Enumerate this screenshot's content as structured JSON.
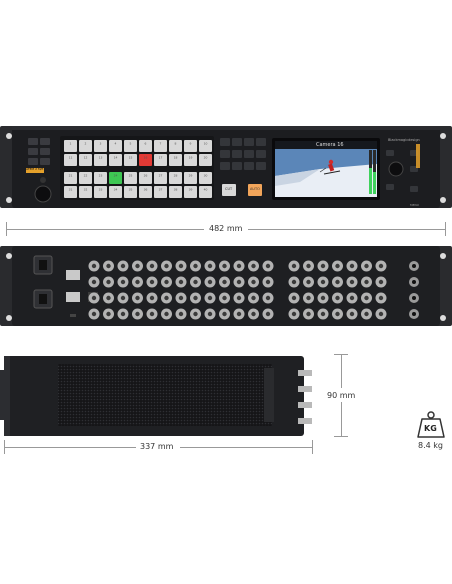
{
  "front": {
    "brand_label": "ATEM 2 M/E",
    "screen_title": "Camera 16",
    "brand_right": "Blackmagicdesign",
    "grid_top_numbers": [
      "1",
      "2",
      "3",
      "4",
      "5",
      "6",
      "7",
      "8",
      "9",
      "10"
    ],
    "grid_mid_numbers": [
      "11",
      "12",
      "13",
      "14",
      "15",
      "16",
      "17",
      "18",
      "19",
      "20"
    ],
    "grid_row3_numbers": [
      "21",
      "22",
      "23",
      "24",
      "25",
      "26",
      "27",
      "28",
      "29",
      "30"
    ],
    "grid_row4_numbers": [
      "31",
      "32",
      "33",
      "34",
      "35",
      "36",
      "37",
      "38",
      "39",
      "40"
    ],
    "cut_label": "CUT",
    "auto_label": "AUTO",
    "menu_label": "MENU",
    "lit_red_index": 16,
    "lit_green_index": 24
  },
  "dimensions": {
    "width_label": "482 mm",
    "height_label": "90 mm",
    "depth_label": "337 mm"
  },
  "weight": {
    "unit_label": "KG",
    "value_label": "8.4 kg"
  },
  "colors": {
    "chassis": "#1c1d20",
    "key_white": "#d8d8d8",
    "key_red": "#e23a35",
    "key_green": "#3ec653",
    "key_orange": "#f2a55a",
    "accent_yellow": "#e5a12b"
  }
}
